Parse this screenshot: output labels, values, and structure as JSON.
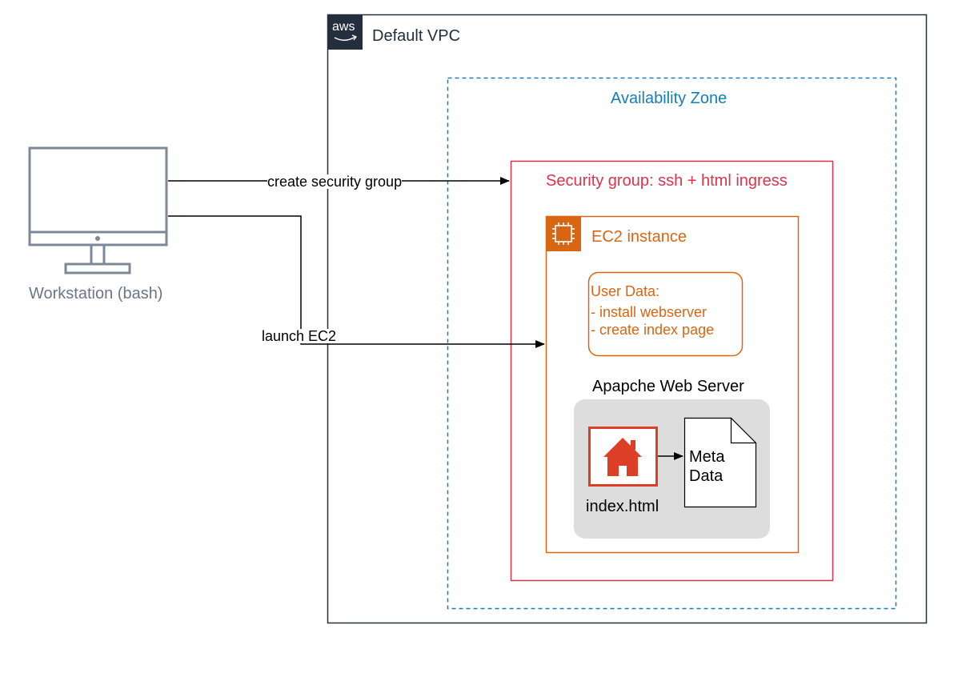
{
  "workstation": {
    "label": "Workstation (bash)",
    "icon": "desktop-monitor-icon",
    "color": "#7d8998"
  },
  "vpc": {
    "label": "Default VPC",
    "logo_text": "aws",
    "border_color": "#232f3e"
  },
  "availability_zone": {
    "label": "Availability Zone",
    "color": "#147eba"
  },
  "security_group": {
    "label": "Security group: ssh + html ingress",
    "color": "#dd344c"
  },
  "ec2": {
    "label": "EC2 instance",
    "icon": "ec2-chip-icon",
    "color": "#d86613"
  },
  "user_data": {
    "title": "User Data:",
    "lines": [
      "- install webserver",
      "- create index page"
    ],
    "color": "#d86613"
  },
  "web_server": {
    "label": "Apapche Web Server",
    "index_label": "index.html",
    "index_icon": "home-icon",
    "index_color": "#dd3f26",
    "metadata_lines": [
      "Meta",
      "Data"
    ],
    "bg_color": "#dddddd"
  },
  "edges": {
    "create_sg": "create security group",
    "launch_ec2": "launch EC2"
  }
}
